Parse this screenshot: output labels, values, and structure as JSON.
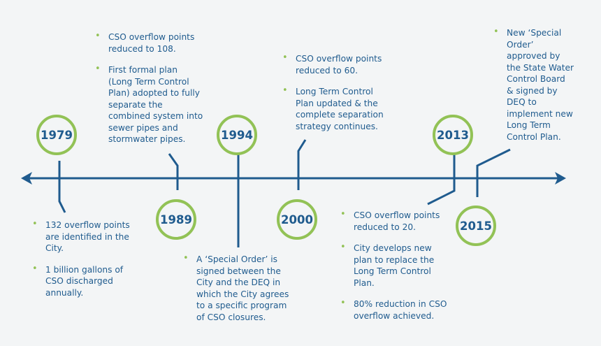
{
  "colors": {
    "line": "#1f5b8e",
    "accent": "#92c256",
    "background": "#f3f5f6"
  },
  "years": [
    "1979",
    "1989",
    "1994",
    "2000",
    "2013",
    "2015"
  ],
  "events": [
    {
      "year": "1979",
      "bullets": [
        [
          "132 overflow points",
          "are identified in the",
          "City."
        ],
        [
          "1 billion gallons of",
          "CSO discharged",
          "annually."
        ]
      ]
    },
    {
      "year": "1989",
      "bullets": [
        [
          "CSO overflow points",
          "reduced to 108."
        ],
        [
          "First formal plan",
          "(Long Term Control",
          "Plan) adopted to fully",
          "separate the",
          "combined system into",
          "sewer pipes and",
          "stormwater pipes."
        ]
      ]
    },
    {
      "year": "1994",
      "bullets": [
        [
          "A ‘Special Order’ is",
          "signed between the",
          "City and the DEQ in",
          "which the City agrees",
          "to a specific program",
          "of CSO closures."
        ]
      ]
    },
    {
      "year": "2000",
      "bullets": [
        [
          "CSO overflow points",
          "reduced to 60."
        ],
        [
          "Long Term Control",
          "Plan updated & the",
          "complete separation",
          "strategy continues."
        ]
      ]
    },
    {
      "year": "2013",
      "bullets": [
        [
          "CSO overflow points",
          "reduced to 20."
        ],
        [
          "City develops new",
          "plan to replace the",
          "Long Term Control",
          "Plan."
        ],
        [
          "80% reduction in CSO",
          "overflow achieved."
        ]
      ]
    },
    {
      "year": "2015",
      "bullets": [
        [
          "New ‘Special",
          "Order’",
          "approved by",
          "the State Water",
          "Control Board",
          "& signed by",
          "DEQ to",
          "implement new",
          "Long Term",
          "Control Plan."
        ]
      ]
    }
  ]
}
